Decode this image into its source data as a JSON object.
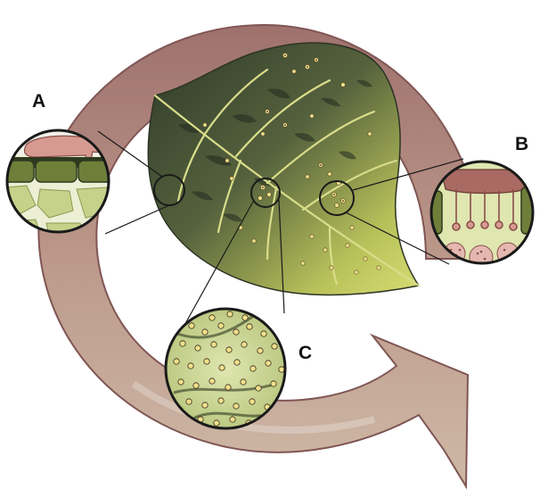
{
  "labels": {
    "a": "A",
    "b": "B",
    "c": "C"
  },
  "colors": {
    "cycle_arrow_light": "#c9b0a0",
    "cycle_arrow_dark": "#9a6a66",
    "leaf_dark": "#3f4a33",
    "leaf_light": "#c7cf62",
    "vein": "#d9dd8a",
    "spot_fill": "#f0e08a",
    "spot_center": "#3a2a20",
    "fungus_pink": "#d69a90",
    "cell_green": "#6f7f3a",
    "lens_border": "#1a1a1a"
  }
}
